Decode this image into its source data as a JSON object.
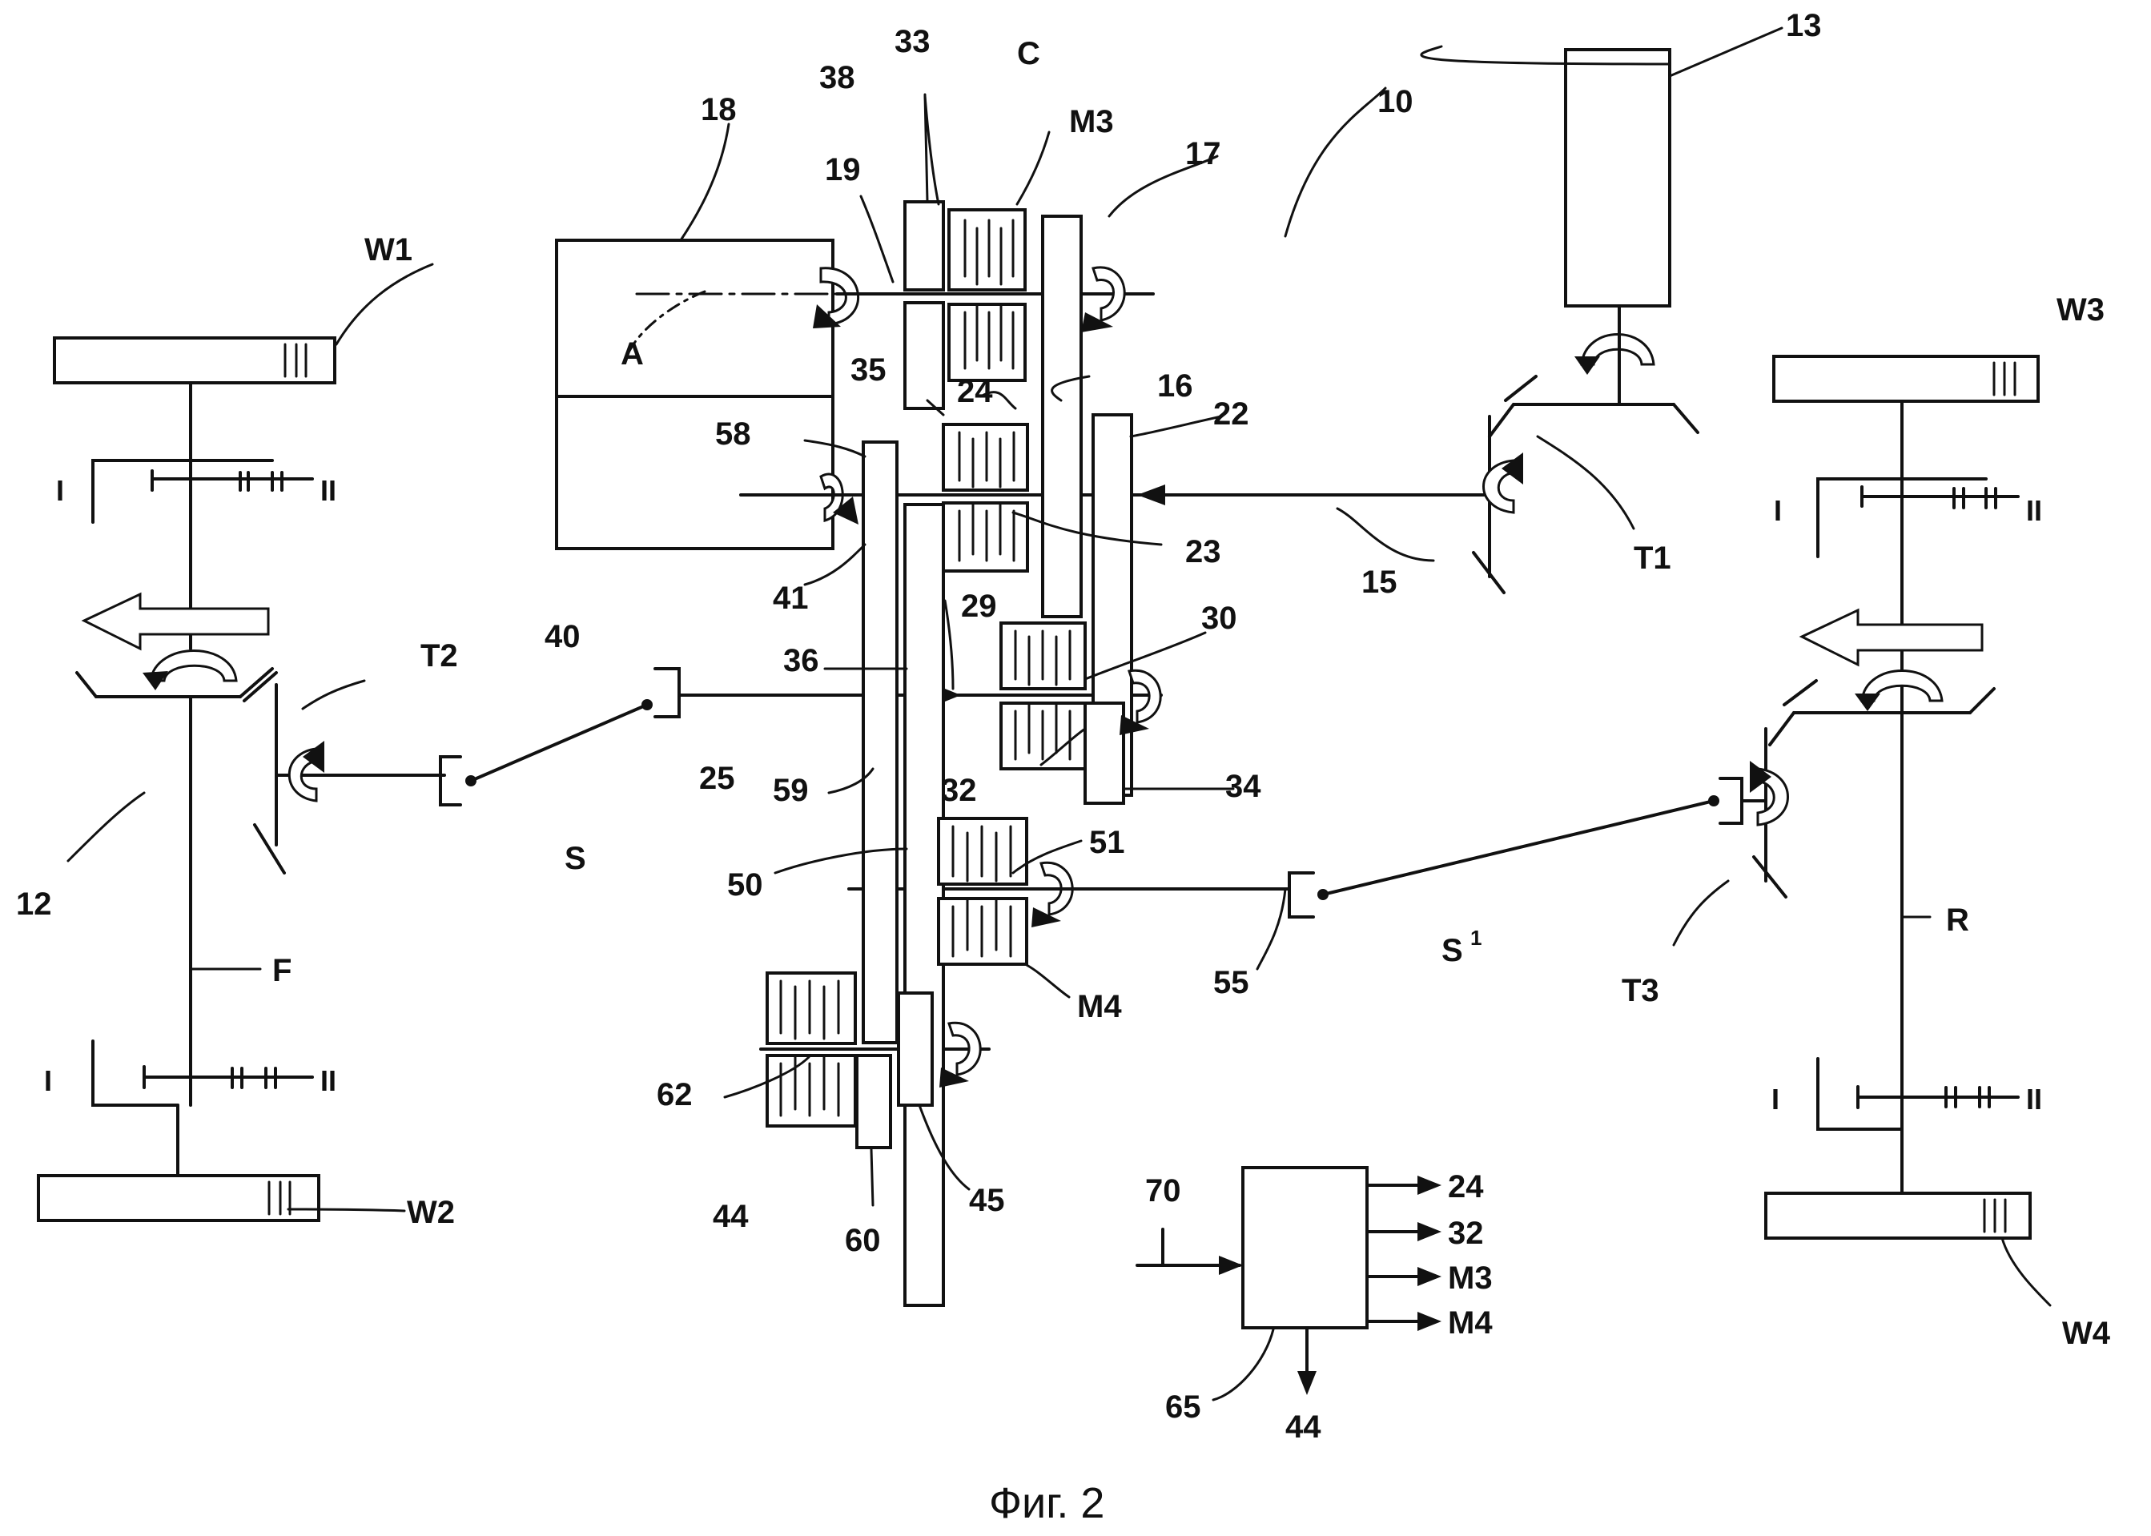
{
  "figure": {
    "caption": "Фиг. 2",
    "labels": [
      {
        "id": "10",
        "text": "10"
      },
      {
        "id": "13",
        "text": "13"
      },
      {
        "id": "15",
        "text": "15"
      },
      {
        "id": "16",
        "text": "16"
      },
      {
        "id": "17",
        "text": "17"
      },
      {
        "id": "18",
        "text": "18"
      },
      {
        "id": "19",
        "text": "19"
      },
      {
        "id": "22",
        "text": "22"
      },
      {
        "id": "23",
        "text": "23"
      },
      {
        "id": "24",
        "text": "24"
      },
      {
        "id": "25",
        "text": "25"
      },
      {
        "id": "29",
        "text": "29"
      },
      {
        "id": "30",
        "text": "30"
      },
      {
        "id": "32",
        "text": "32"
      },
      {
        "id": "33",
        "text": "33"
      },
      {
        "id": "34",
        "text": "34"
      },
      {
        "id": "35",
        "text": "35"
      },
      {
        "id": "36",
        "text": "36"
      },
      {
        "id": "38",
        "text": "38"
      },
      {
        "id": "40",
        "text": "40"
      },
      {
        "id": "41",
        "text": "41"
      },
      {
        "id": "44",
        "text": "44"
      },
      {
        "id": "45",
        "text": "45"
      },
      {
        "id": "50",
        "text": "50"
      },
      {
        "id": "51",
        "text": "51"
      },
      {
        "id": "55",
        "text": "55"
      },
      {
        "id": "58",
        "text": "58"
      },
      {
        "id": "59",
        "text": "59"
      },
      {
        "id": "60",
        "text": "60"
      },
      {
        "id": "62",
        "text": "62"
      },
      {
        "id": "65",
        "text": "65"
      },
      {
        "id": "70",
        "text": "70"
      },
      {
        "id": "A",
        "text": "A"
      },
      {
        "id": "C",
        "text": "C"
      },
      {
        "id": "M3",
        "text": "M3"
      },
      {
        "id": "M4",
        "text": "M4"
      },
      {
        "id": "W1",
        "text": "W1"
      },
      {
        "id": "W2",
        "text": "W2"
      },
      {
        "id": "W3",
        "text": "W3"
      },
      {
        "id": "W4",
        "text": "W4"
      },
      {
        "id": "T1",
        "text": "T1"
      },
      {
        "id": "T2",
        "text": "T2"
      },
      {
        "id": "T3",
        "text": "T3"
      },
      {
        "id": "S",
        "text": "S"
      },
      {
        "id": "S1",
        "text": "S"
      },
      {
        "id": "S1sup",
        "text": "1"
      },
      {
        "id": "F",
        "text": "F"
      },
      {
        "id": "R",
        "text": "R"
      },
      {
        "id": "12",
        "text": "12"
      }
    ],
    "controller_outputs": [
      "24",
      "32",
      "M3",
      "M4"
    ],
    "controller_down": "44",
    "controller_input": "70",
    "controller_id": "65",
    "axle_markers": {
      "one": "I",
      "two": "II"
    }
  }
}
